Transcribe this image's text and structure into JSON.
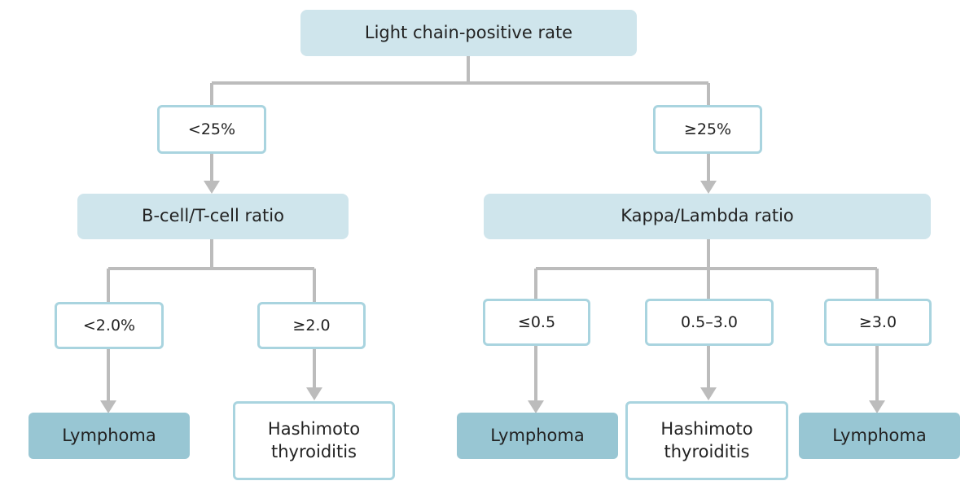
{
  "root": {
    "label": "Light chain-positive rate"
  },
  "left_branch": {
    "condition": "<25%",
    "test": "B-cell/T-cell ratio",
    "children": [
      {
        "condition": "<2.0%",
        "result": "Lymphoma"
      },
      {
        "condition": "≥2.0",
        "result_line1": "Hashimoto",
        "result_line2": "thyroiditis"
      }
    ]
  },
  "right_branch": {
    "condition": "≥25%",
    "test": "Kappa/Lambda ratio",
    "children": [
      {
        "condition": "≤0.5",
        "result": "Lymphoma"
      },
      {
        "condition": "0.5–3.0",
        "result_line1": "Hashimoto",
        "result_line2": "thyroiditis"
      },
      {
        "condition": "≥3.0",
        "result": "Lymphoma"
      }
    ]
  },
  "colors": {
    "header_fill": "#cfe5ec",
    "condition_border": "#a9d4df",
    "lymphoma_fill": "#98c6d3",
    "connector": "#bcbcbc"
  }
}
